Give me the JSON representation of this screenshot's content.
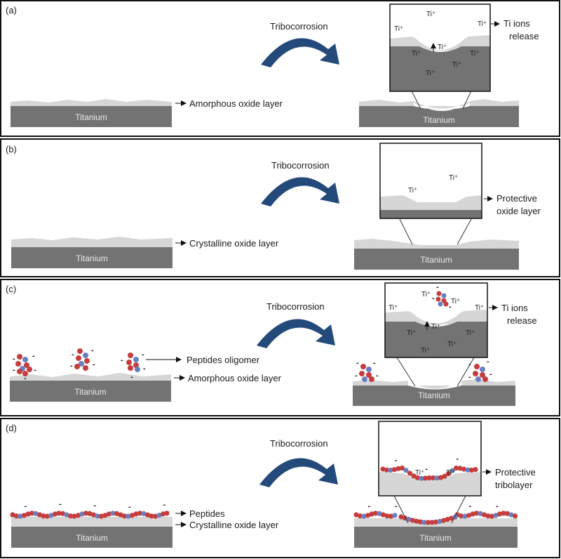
{
  "colors": {
    "titanium": "#737373",
    "oxide": "#d6d6d6",
    "arrow": "#234a7a",
    "red": "#c53d3d",
    "blue": "#6a7fc0",
    "border": "#111111"
  },
  "panels": [
    {
      "id": "a",
      "label": "(a)",
      "arrow_label": "Tribocorrosion",
      "left_label": "Amorphous oxide layer",
      "metal_label": "Titanium",
      "right_metal_label": "Titanium",
      "zoom_label_line1": "Ti ions",
      "zoom_label_line2": "release",
      "ion_label": "Ti⁺"
    },
    {
      "id": "b",
      "label": "(b)",
      "arrow_label": "Tribocorrosion",
      "left_label": "Crystalline oxide layer",
      "metal_label": "Titanium",
      "right_metal_label": "Titanium",
      "zoom_label_line1": "Protective",
      "zoom_label_line2": "oxide layer",
      "ion_label": "Ti⁺"
    },
    {
      "id": "c",
      "label": "(c)",
      "arrow_label": "Tribocorrosion",
      "left_label": "Amorphous oxide layer",
      "left_label2": "Peptides oligomer",
      "metal_label": "Titanium",
      "right_metal_label": "Titanium",
      "zoom_label_line1": "Ti ions",
      "zoom_label_line2": "release",
      "ion_label": "Ti⁺"
    },
    {
      "id": "d",
      "label": "(d)",
      "arrow_label": "Tribocorrosion",
      "left_label": "Crystalline oxide layer",
      "left_label2": "Peptides",
      "metal_label": "Titanium",
      "right_metal_label": "Titanium",
      "zoom_label_line1": "Protective",
      "zoom_label_line2": "tribolayer",
      "ion_label": "Ti⁺"
    }
  ],
  "charge": "-"
}
